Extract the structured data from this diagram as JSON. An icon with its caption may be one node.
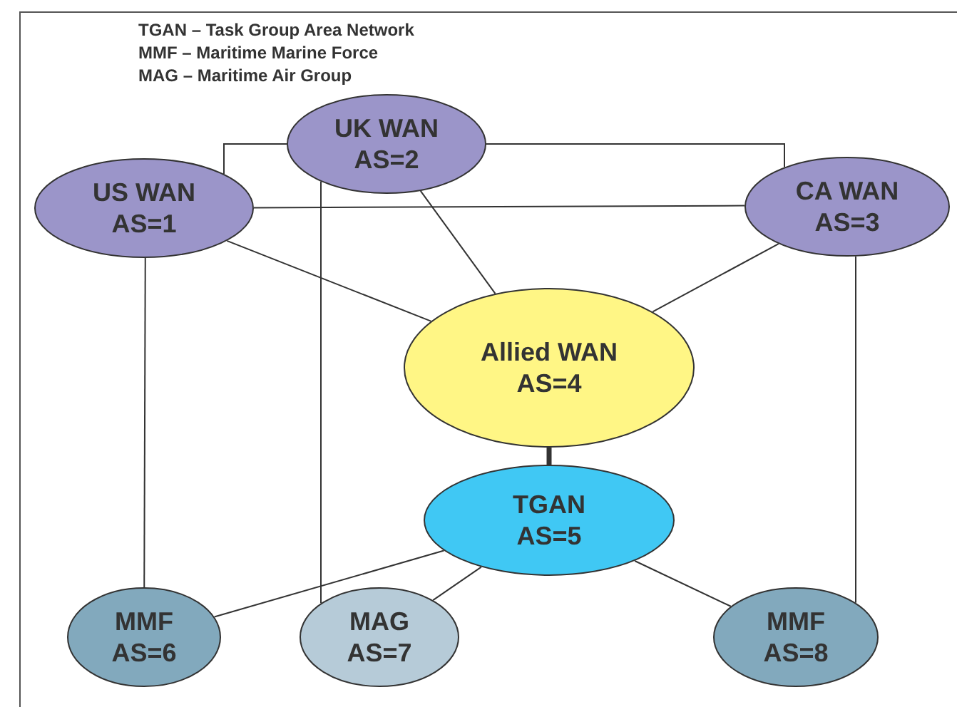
{
  "diagram": {
    "nodes": [
      {
        "text": [
          "US WAN",
          "AS=1"
        ]
      },
      {
        "text": [
          "UK WAN",
          "AS=2"
        ]
      },
      {
        "text": [
          "CA WAN",
          "AS=3"
        ]
      },
      {
        "text": [
          "Allied WAN",
          "AS=4"
        ]
      },
      {
        "text": [
          "TGAN",
          "AS=5"
        ]
      },
      {
        "text": [
          "MMF",
          "AS=6"
        ]
      },
      {
        "text": [
          "MAG",
          "AS=7"
        ]
      },
      {
        "text": [
          "MMF",
          "AS=8"
        ]
      }
    ],
    "edges": [
      {
        "from": 0,
        "to": 1,
        "arrow": "none"
      },
      {
        "from": 1,
        "to": 2,
        "arrow": "none"
      },
      {
        "from": 0,
        "to": 2,
        "arrow": "none"
      },
      {
        "from": 0,
        "to": 3,
        "arrow": "none"
      },
      {
        "from": 1,
        "to": 3,
        "arrow": "none"
      },
      {
        "from": 2,
        "to": 3,
        "arrow": "none"
      },
      {
        "from": 0,
        "to": 5,
        "arrow": "none"
      },
      {
        "from": 1,
        "to": 6,
        "arrow": "none"
      },
      {
        "from": 2,
        "to": 7,
        "arrow": "none"
      },
      {
        "from": 3,
        "to": 4,
        "arrow": "none",
        "style": "thick"
      },
      {
        "from": 4,
        "to": 5,
        "arrow": "none"
      },
      {
        "from": 4,
        "to": 6,
        "arrow": "none"
      },
      {
        "from": 4,
        "to": 7,
        "arrow": "none"
      }
    ],
    "labels": [
      "TGAN – Task Group Area Network",
      "MMF – Maritime Marine Force",
      "MAG – Maritime Air Group"
    ]
  }
}
